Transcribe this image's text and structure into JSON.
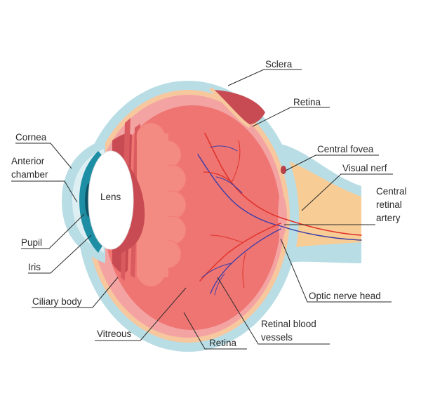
{
  "labels": {
    "sclera": "Sclera",
    "retina_top": "Retina",
    "central_fovea": "Central fovea",
    "visual_nerf": "Visual nerf",
    "central_retinal_artery_1": "Central",
    "central_retinal_artery_2": "retinal",
    "central_retinal_artery_3": "artery",
    "optic_nerve_head": "Optic nerve head",
    "retinal_blood_vessels_1": "Retinal blood",
    "retinal_blood_vessels_2": "vessels",
    "retina_bottom": "Retina",
    "vitreous": "Vitreous",
    "ciliary_body": "Ciliary body",
    "iris": "Iris",
    "pupil": "Pupil",
    "anterior_chamber_1": "Anterior",
    "anterior_chamber_2": "chamber",
    "cornea": "Cornea",
    "lens": "Lens"
  },
  "colors": {
    "sclera_outer": "#b9dde5",
    "optic_nerve": "#f8cc95",
    "retina_layer": "#f7c79e",
    "choroid": "#f4a3a3",
    "vitreous": "#ef7572",
    "ciliary": "#c84a52",
    "iris_teal": "#1e8ea4",
    "pupil_dark": "#0f5366",
    "lens": "#ffffff",
    "artery": "#e0332c",
    "vein": "#3b3ea8",
    "leader_line": "#2a2a2a"
  }
}
